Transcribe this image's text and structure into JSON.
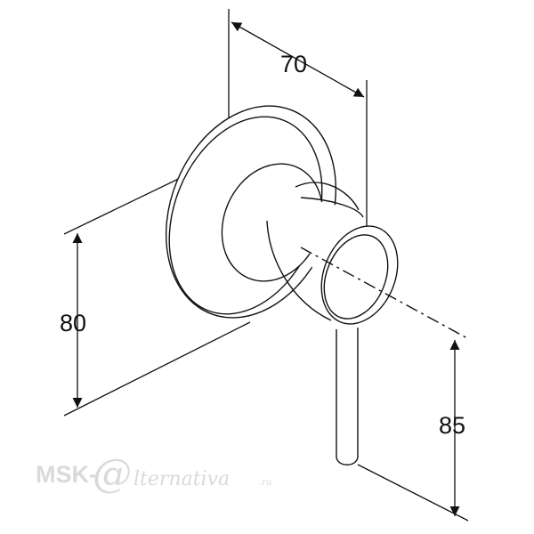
{
  "dimensions": {
    "depth": "70",
    "rosette_height": "80",
    "lever_height": "85"
  },
  "watermark": {
    "prefix": "MSK-",
    "at_symbol": "@",
    "suffix": "lternativa",
    "domain": ".ru"
  },
  "colors": {
    "line": "#111111",
    "watermark": "#d9dadc"
  }
}
